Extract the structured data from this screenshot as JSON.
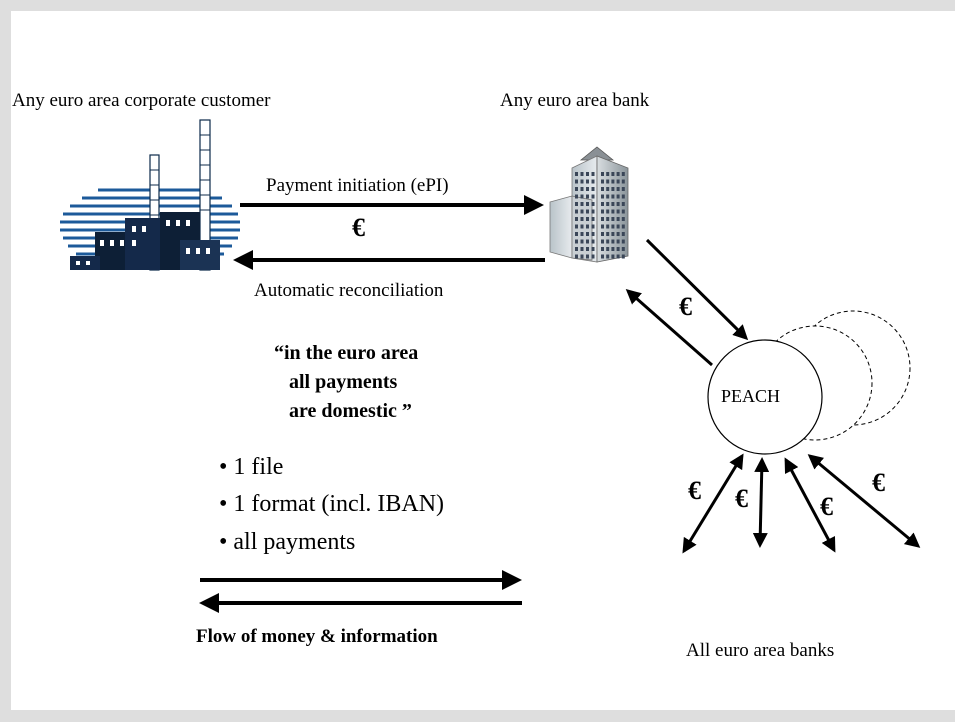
{
  "labels": {
    "customer": "Any euro area corporate customer",
    "bank": "Any euro area bank",
    "payment_initiation": "Payment initiation (ePI)",
    "euro_symbol": "€",
    "reconciliation": "Automatic reconciliation",
    "peach": "PEACH",
    "all_banks": "All euro area banks",
    "flow": "Flow of money & information"
  },
  "quote": {
    "line1": "“in the euro area",
    "line2": "all payments",
    "line3": "are domestic ”"
  },
  "bullets": [
    "• 1 file",
    "• 1 format (incl. IBAN)",
    "• all payments"
  ],
  "icons": [
    "factory-icon",
    "office-building-icon"
  ]
}
